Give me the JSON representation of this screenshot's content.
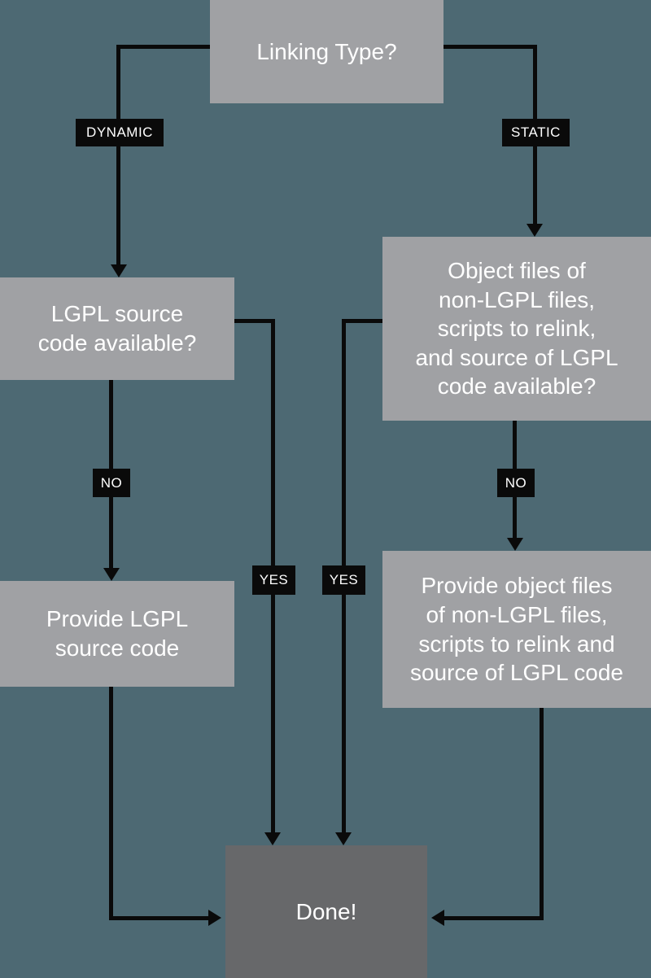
{
  "nodes": {
    "linking_type": {
      "label": "Linking Type?"
    },
    "lgpl_available": {
      "label": "LGPL source\ncode available?"
    },
    "object_files_available": {
      "label": "Object files of\nnon-LGPL files,\nscripts to relink,\nand source of LGPL\ncode available?"
    },
    "provide_lgpl": {
      "label": "Provide LGPL\nsource code"
    },
    "provide_object_files": {
      "label": "Provide object files\nof non-LGPL files,\nscripts to relink and\nsource of LGPL code"
    },
    "done": {
      "label": "Done!"
    }
  },
  "edge_labels": {
    "dynamic": "DYNAMIC",
    "static": "STATIC",
    "no_left": "NO",
    "no_right": "NO",
    "yes_left": "YES",
    "yes_right": "YES"
  },
  "colors": {
    "background": "#4d6973",
    "node_fill": "#a0a1a4",
    "done_fill": "#67686a",
    "connector": "#0a0a0a",
    "edge_label_fill": "#0a0a0a",
    "text": "#ffffff"
  }
}
